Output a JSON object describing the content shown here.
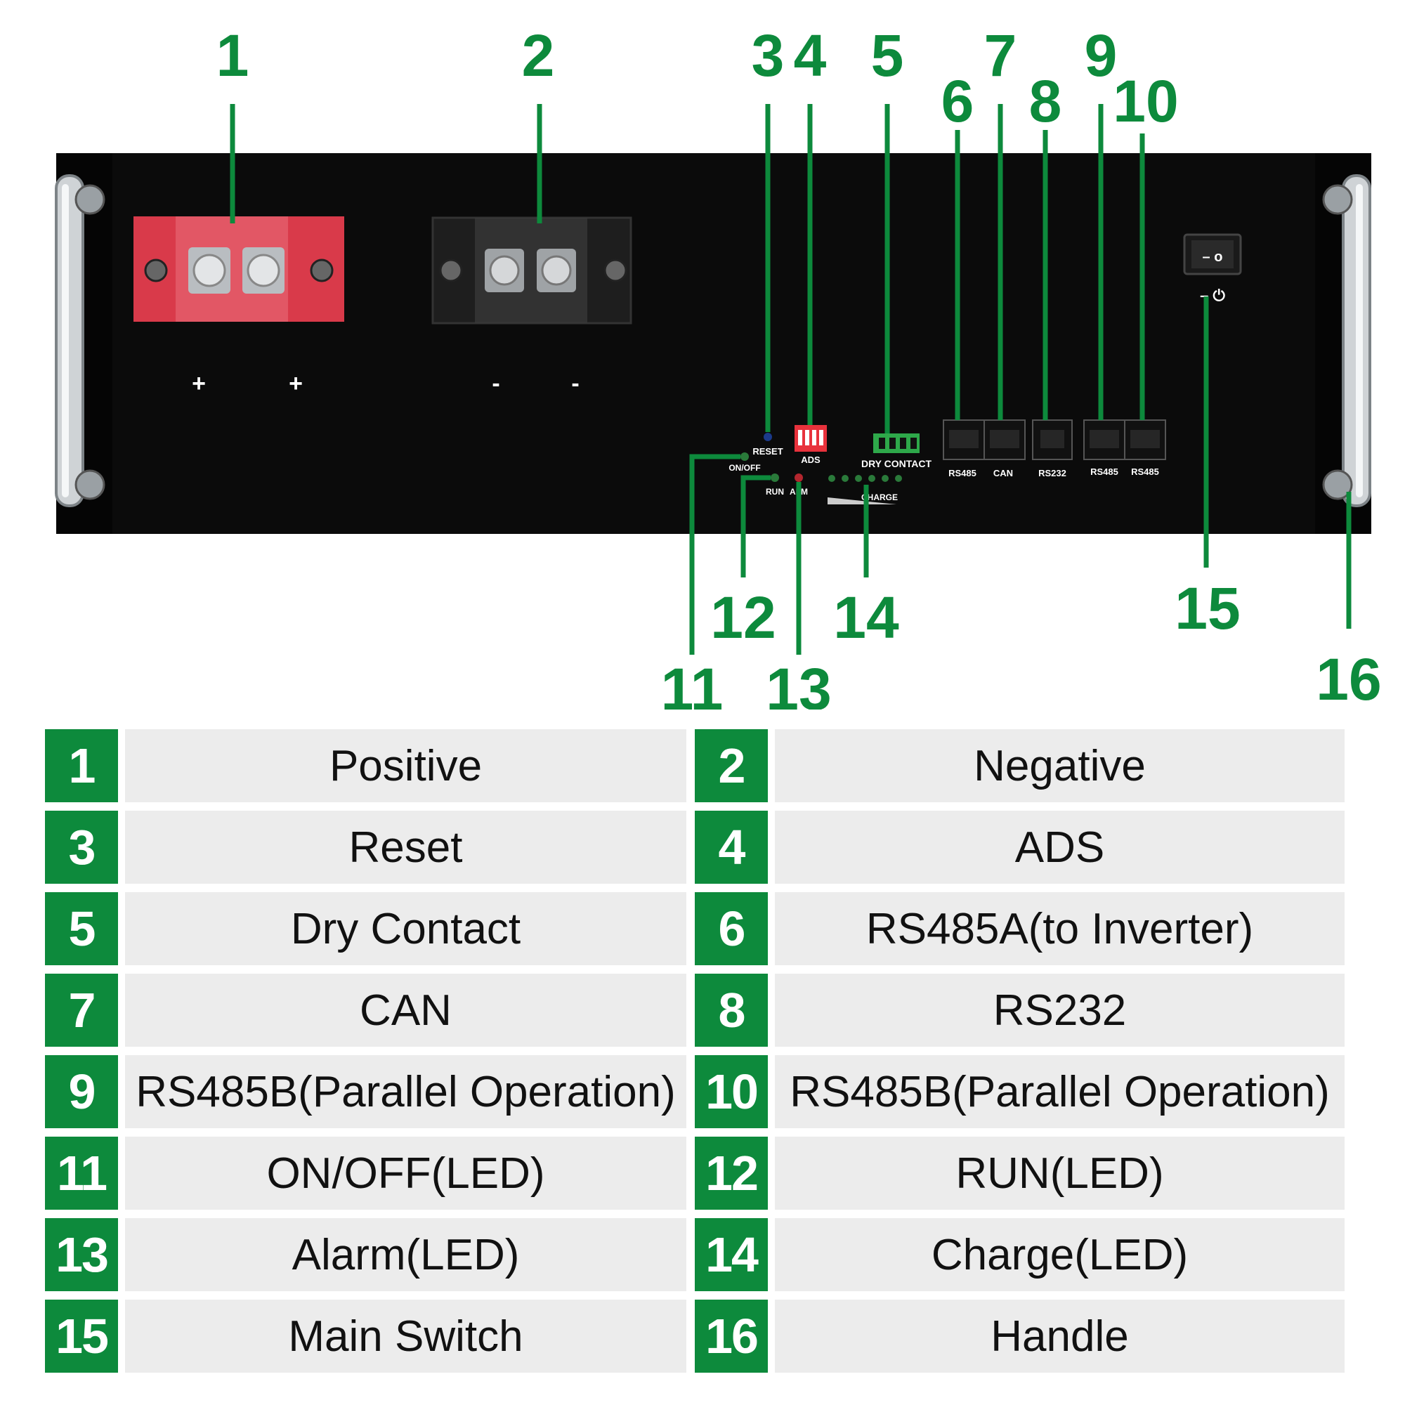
{
  "panel": {
    "terminal_signs": {
      "positive": "+",
      "negative": "-"
    },
    "labels": {
      "reset": "RESET",
      "ads": "ADS",
      "dry_contact": "DRY CONTACT",
      "on_off": "ON/OFF",
      "run": "RUN",
      "alm": "ALM",
      "charge": "CHARGE",
      "port1": "RS485",
      "port2": "CAN",
      "port3": "RS232",
      "port4": "RS485",
      "port5": "RS485"
    },
    "switch_symbols": {
      "top": "– o",
      "bottom": "– ⏻"
    }
  },
  "callouts": [
    "1",
    "2",
    "3",
    "4",
    "5",
    "6",
    "7",
    "8",
    "9",
    "10",
    "11",
    "12",
    "13",
    "14",
    "15",
    "16"
  ],
  "legend": [
    {
      "num": "1",
      "label": "Positive"
    },
    {
      "num": "2",
      "label": "Negative"
    },
    {
      "num": "3",
      "label": "Reset"
    },
    {
      "num": "4",
      "label": "ADS"
    },
    {
      "num": "5",
      "label": "Dry Contact"
    },
    {
      "num": "6",
      "label": "RS485A(to Inverter)"
    },
    {
      "num": "7",
      "label": "CAN"
    },
    {
      "num": "8",
      "label": "RS232"
    },
    {
      "num": "9",
      "label": "RS485B(Parallel Operation)"
    },
    {
      "num": "10",
      "label": "RS485B(Parallel Operation)"
    },
    {
      "num": "11",
      "label": "ON/OFF(LED)"
    },
    {
      "num": "12",
      "label": "RUN(LED)"
    },
    {
      "num": "13",
      "label": "Alarm(LED)"
    },
    {
      "num": "14",
      "label": "Charge(LED)"
    },
    {
      "num": "15",
      "label": "Main Switch"
    },
    {
      "num": "16",
      "label": "Handle"
    }
  ],
  "colors": {
    "accent_green": "#0d8a3c",
    "panel_black": "#0b0b0b",
    "positive_red": "#d93a4a",
    "legend_bg": "#ececec"
  }
}
